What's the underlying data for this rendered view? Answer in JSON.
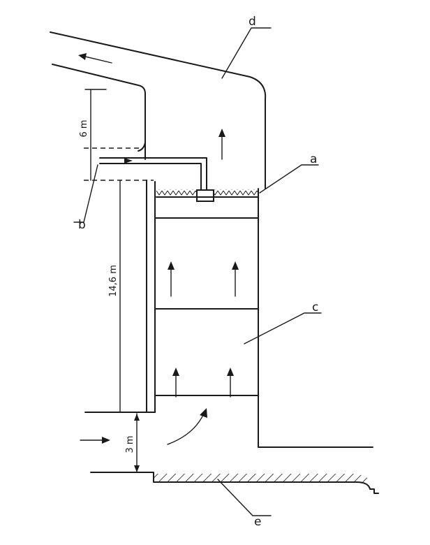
{
  "labels": {
    "a": "a",
    "b": "b",
    "c": "c",
    "d": "d",
    "e": "e"
  },
  "dimensions": {
    "top_gap": "6 m",
    "tower_height": "14,6 m",
    "bottom_gap": "3 m"
  }
}
